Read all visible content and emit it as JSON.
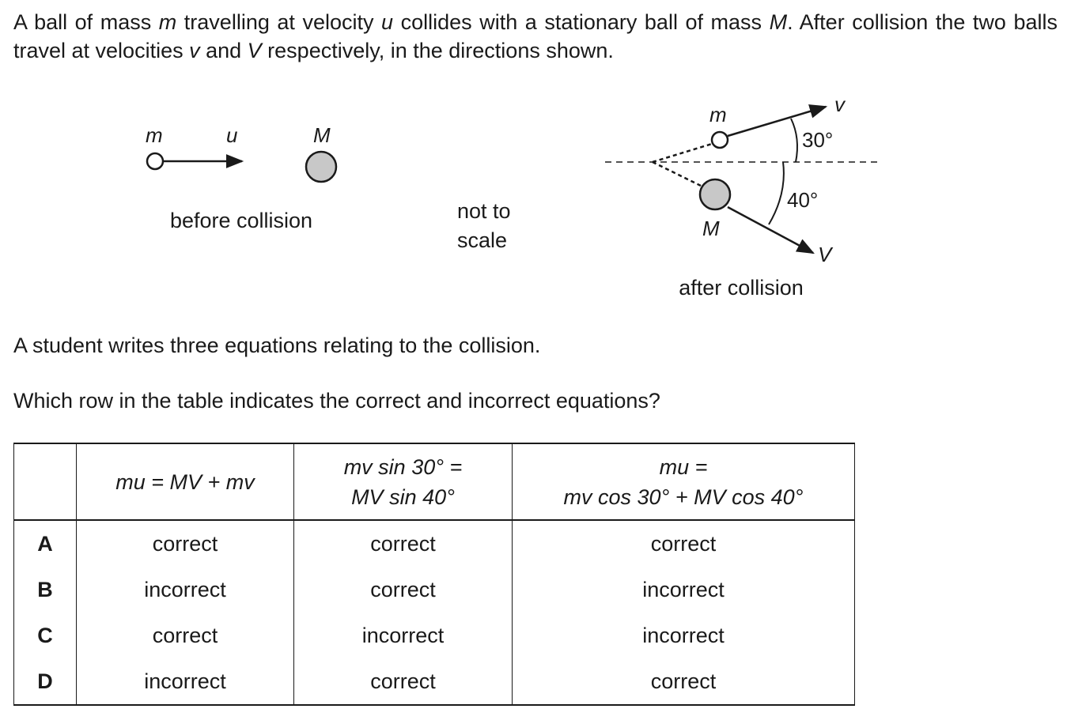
{
  "intro": {
    "s1_a": "A ball of mass ",
    "s1_m": "m",
    "s1_b": " travelling at velocity ",
    "s1_u": "u",
    "s1_c": " collides with a stationary ball of mass ",
    "s1_M": "M",
    "s1_d": ". After collision the two balls travel at velocities ",
    "s1_v": "v",
    "s1_e": " and ",
    "s1_V": "V",
    "s1_f": " respectively, in the directions shown."
  },
  "diagram": {
    "before": {
      "label_m": "m",
      "label_u": "u",
      "label_M": "M",
      "caption": "before collision"
    },
    "note_line1": "not to",
    "note_line2": "scale",
    "after": {
      "label_m": "m",
      "label_v": "v",
      "label_M": "M",
      "label_V": "V",
      "angle_top": "30°",
      "angle_bottom": "40°",
      "caption": "after collision"
    },
    "colors": {
      "ball_M_fill": "#c8c8c8",
      "ink": "#1a1a1a"
    }
  },
  "question": {
    "p1": "A student writes three equations relating to the collision.",
    "p2": "Which row in the table indicates the correct and incorrect equations?"
  },
  "table": {
    "headers": [
      {
        "lines": [
          "mu = MV + mv"
        ]
      },
      {
        "lines": [
          "mv sin 30° =",
          "MV sin 40°"
        ]
      },
      {
        "lines": [
          "mu =",
          "mv cos 30° + MV cos 40°"
        ]
      }
    ],
    "rows": [
      {
        "letter": "A",
        "cells": [
          "correct",
          "correct",
          "correct"
        ]
      },
      {
        "letter": "B",
        "cells": [
          "incorrect",
          "correct",
          "incorrect"
        ]
      },
      {
        "letter": "C",
        "cells": [
          "correct",
          "incorrect",
          "incorrect"
        ]
      },
      {
        "letter": "D",
        "cells": [
          "incorrect",
          "correct",
          "correct"
        ]
      }
    ]
  }
}
